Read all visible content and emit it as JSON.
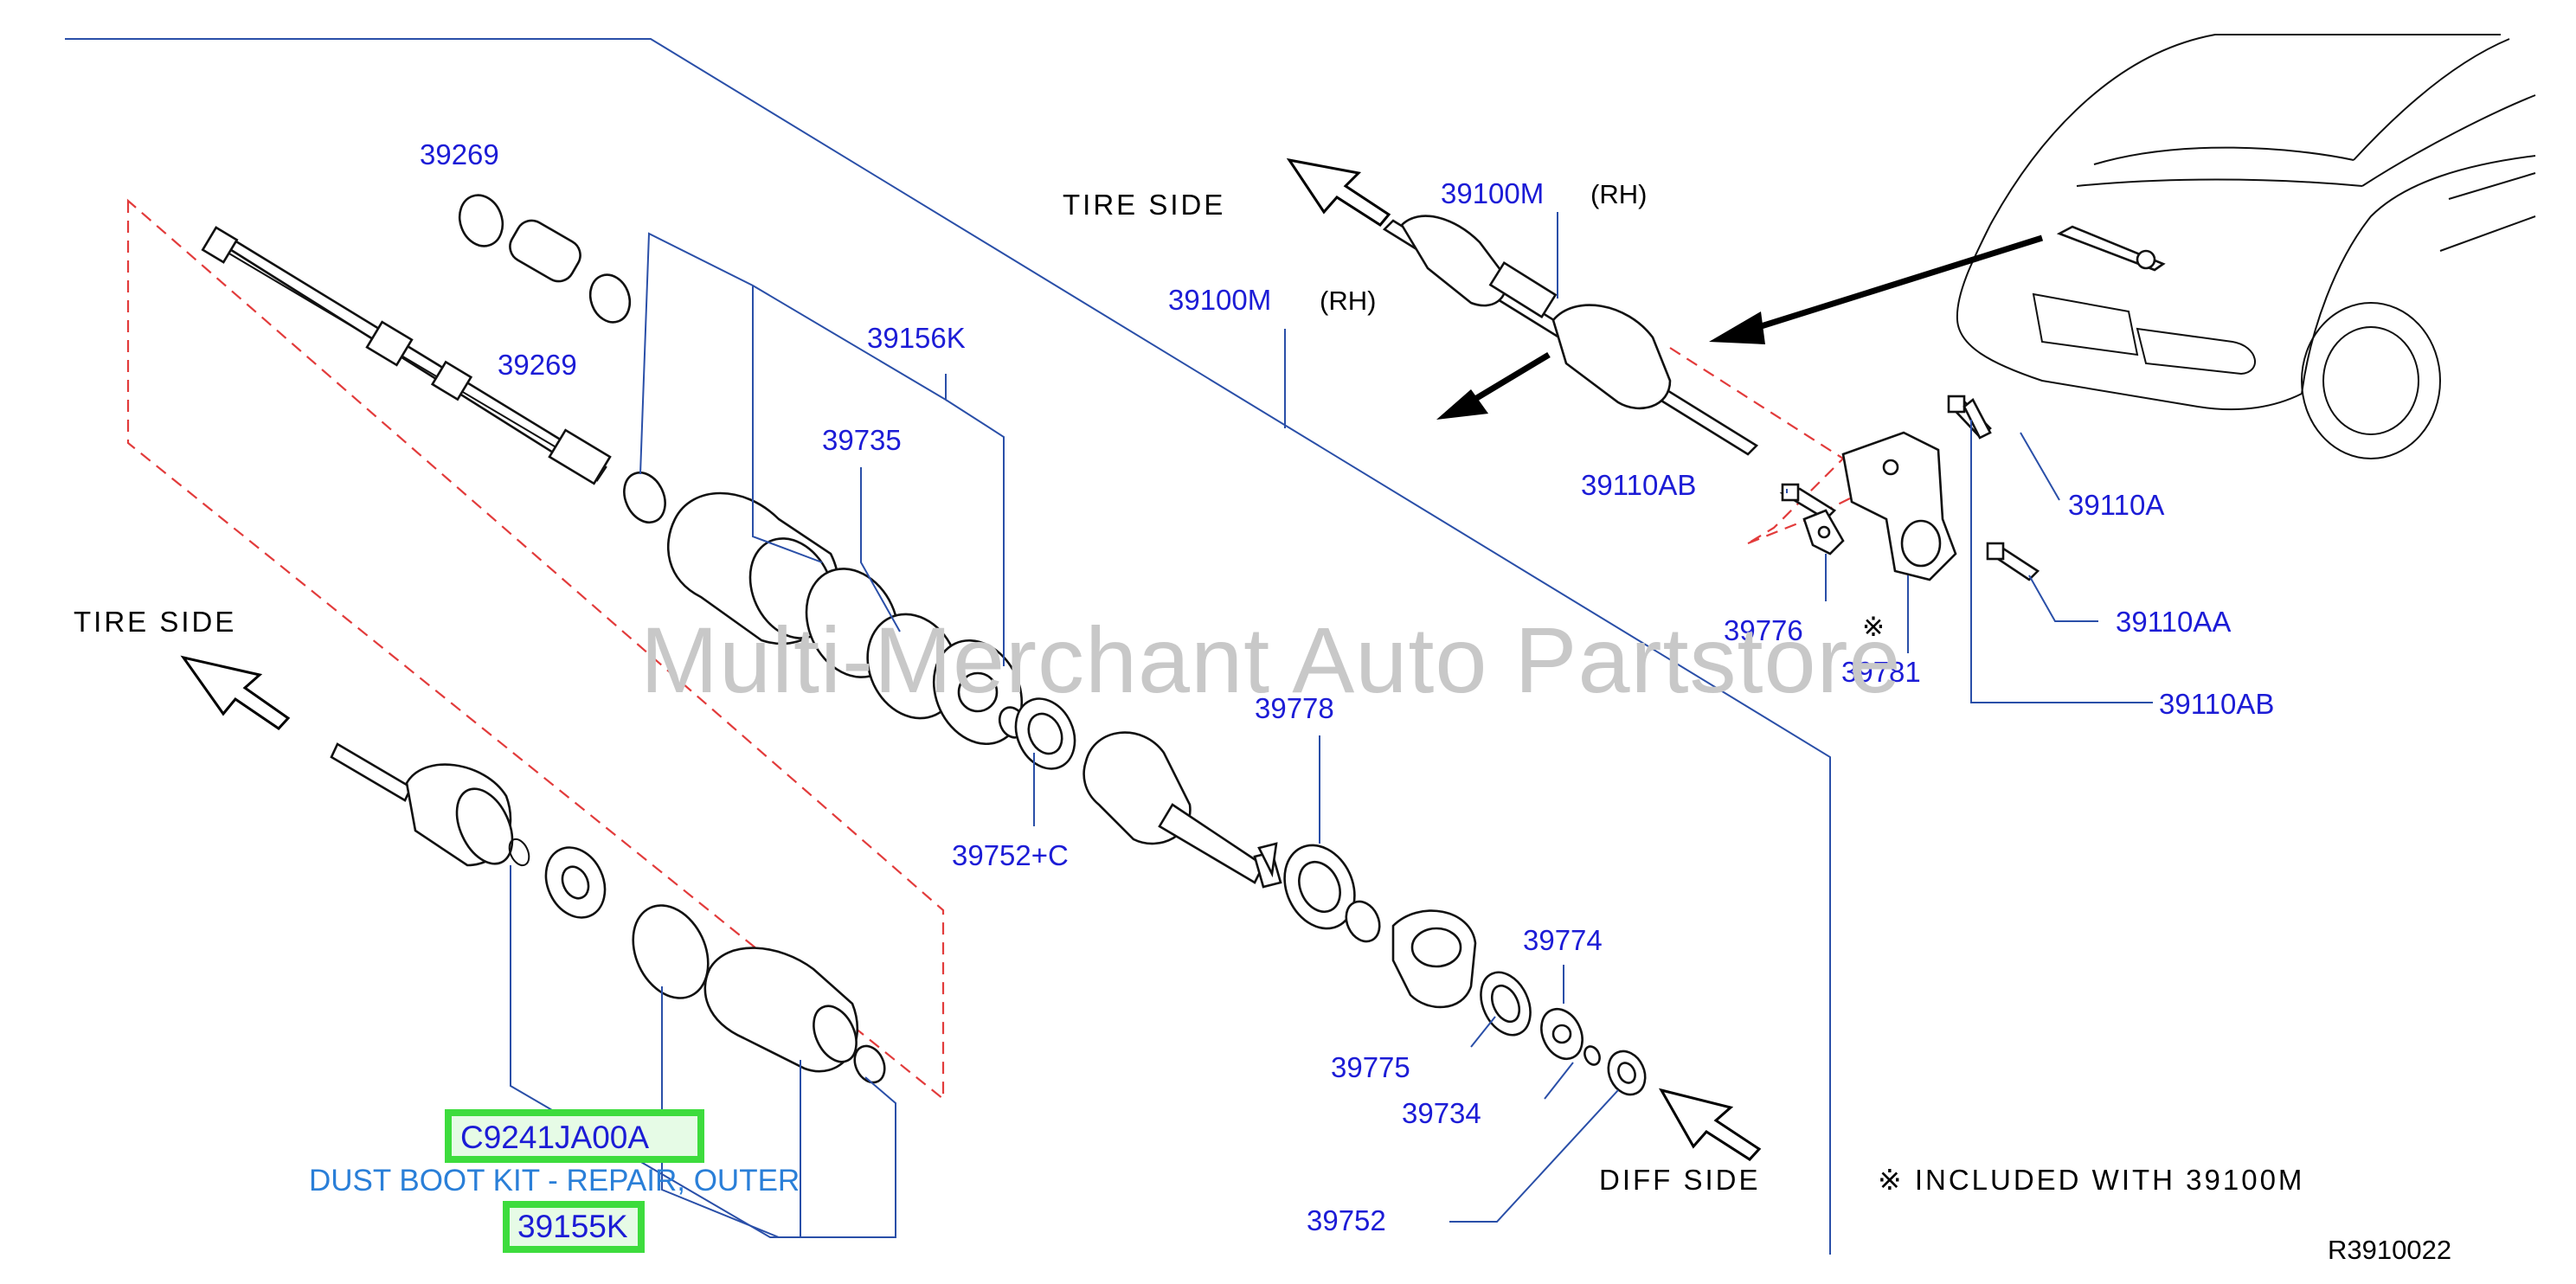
{
  "watermark": "Multi-Merchant Auto Partstore",
  "direction_labels": {
    "tire_side_left": "TIRE   SIDE",
    "tire_side_top": "TIRE   SIDE",
    "diff_side": "DIFF   SIDE"
  },
  "part_numbers": {
    "p39269_top": "39269",
    "p39269_bottom": "39269",
    "p39156K": "39156K",
    "p39735": "39735",
    "p39100M_left": "39100M",
    "p39100M_left_side": "(RH)",
    "p39100M_top": "39100M",
    "p39100M_top_side": "(RH)",
    "p39110AB_left": "39110AB",
    "p39110A": "39110A",
    "p39110AA": "39110AA",
    "p39110AB_right": "39110AB",
    "p39776": "39776",
    "p39781": "39781",
    "asterisk_mark": "※",
    "p39778": "39778",
    "p39752C": "39752+C",
    "p39774": "39774",
    "p39775": "39775",
    "p39734": "39734",
    "p39752": "39752"
  },
  "highlighted_kits": {
    "kit_code": "C9241JA00A",
    "kit_description": "DUST BOOT KIT - REPAIR, OUTER",
    "boot_part": "39155K"
  },
  "note": "※  INCLUDED   WITH   39100M",
  "diagram_ref": "R3910022"
}
